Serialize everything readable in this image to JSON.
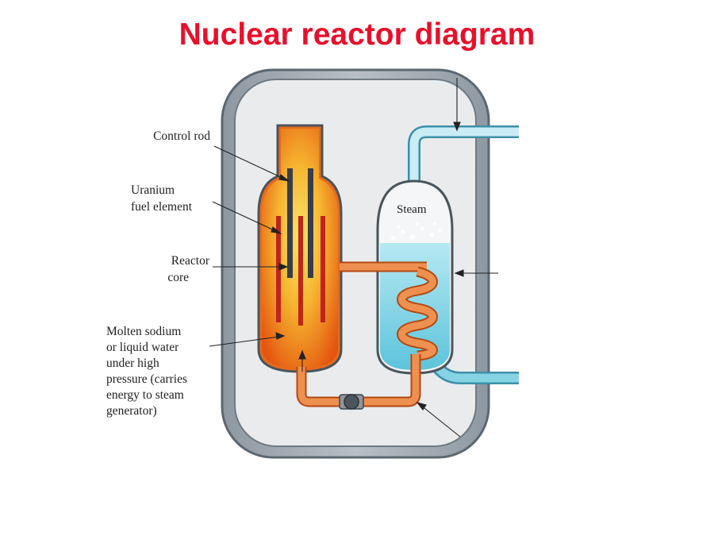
{
  "title": "Nuclear reactor diagram",
  "labels": {
    "control_rod": "Control rod",
    "uranium_1": "Uranium",
    "uranium_2": "fuel element",
    "reactor_1": "Reactor",
    "reactor_2": "core",
    "coolant_1": "Molten sodium",
    "coolant_2": "or liquid water",
    "coolant_3": "under high",
    "coolant_4": "pressure (carries",
    "coolant_5": "energy to steam",
    "coolant_6": "generator)",
    "steam": "Steam"
  },
  "colors": {
    "title": "#e8102a",
    "vessel": "#9ea8b0",
    "core_outer": "#e85a12",
    "core_inner": "#f6c53a",
    "fuel_element": "#c0241c",
    "control_rod": "#3a3d44",
    "water": "#7fd0e4",
    "coolant_pipe": "#e8874a"
  }
}
